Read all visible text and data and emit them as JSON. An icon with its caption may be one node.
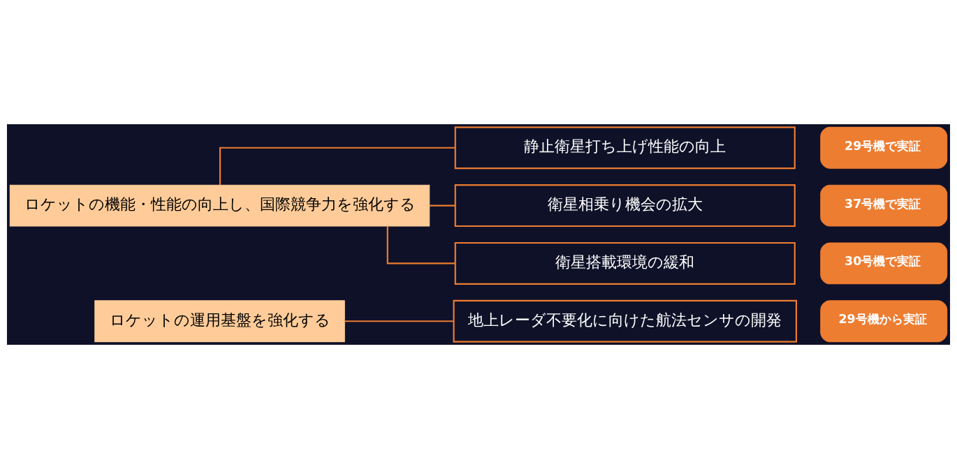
{
  "diagram": {
    "nodes": [
      {
        "text": [
          "ロケットの機能・性能の向上し、国際競争力を強化する"
        ]
      },
      {
        "text": [
          "静止衛星打ち上げ性能の向上"
        ]
      },
      {
        "text": [
          "29号機で実証"
        ]
      },
      {
        "text": [
          "衛星相乗り機会の拡大"
        ]
      },
      {
        "text": [
          "37号機で実証"
        ]
      },
      {
        "text": [
          "衛星搭載環境の緩和"
        ]
      },
      {
        "text": [
          "30号機で実証"
        ]
      },
      {
        "text": [
          "ロケットの運用基盤を強化する"
        ]
      },
      {
        "text": [
          "地上レーダ不要化に向けた航法センサの開発"
        ]
      },
      {
        "text": [
          "29号機から実証"
        ]
      }
    ],
    "edges": [
      {
        "from": 0,
        "to": 1,
        "arrow": "none"
      },
      {
        "from": 0,
        "to": 3,
        "arrow": "none"
      },
      {
        "from": 0,
        "to": 5,
        "arrow": "none"
      },
      {
        "from": 7,
        "to": 8,
        "arrow": "none"
      }
    ]
  }
}
